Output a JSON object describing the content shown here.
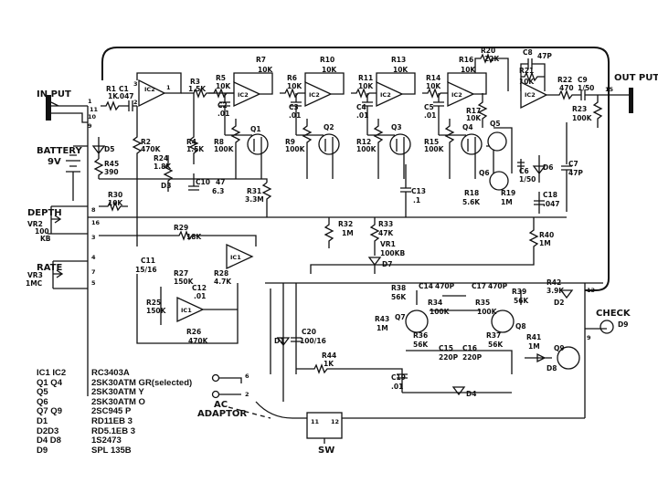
{
  "io": {
    "input": "IN PUT",
    "output": "OUT PUT",
    "battery": "BATTERY",
    "battery_v": "9V",
    "depth": "DEPTH",
    "rate": "RATE",
    "check": "CHECK",
    "ac": "AC",
    "adaptor": "ADAPTOR",
    "sw": "SW"
  },
  "pots": {
    "vr2": [
      "VR2",
      "100",
      "KB"
    ],
    "vr3": [
      "VR3",
      "1MC"
    ],
    "vr1": [
      "VR1",
      "100KB"
    ]
  },
  "components": {
    "r1": [
      "R1",
      "1K"
    ],
    "c1": [
      "C1",
      ".047"
    ],
    "r3": [
      "R3",
      "1.5K"
    ],
    "r5": [
      "R5",
      "10K"
    ],
    "r7": [
      "R7",
      "10K"
    ],
    "r6": [
      "R6",
      "10K"
    ],
    "r10": [
      "R10",
      "10K"
    ],
    "r11": [
      "R11",
      "10K"
    ],
    "r13": [
      "R13",
      "10K"
    ],
    "r14": [
      "R14",
      "10K"
    ],
    "r16": [
      "R16",
      "10K"
    ],
    "r20": [
      "R20",
      "22K"
    ],
    "c8": [
      "C8",
      "47P"
    ],
    "r21": [
      "R21",
      "10K"
    ],
    "r22": [
      "R22",
      "470"
    ],
    "c9": [
      "C9",
      "1/50"
    ],
    "r23": [
      "R23",
      "100K"
    ],
    "r2": [
      "R2",
      "470K"
    ],
    "r4": [
      "R4",
      "1.5K"
    ],
    "c2": [
      "C2",
      ".01"
    ],
    "c3": [
      "C3",
      ".01"
    ],
    "c4": [
      "C4",
      ".01"
    ],
    "c5": [
      "C5",
      ".01"
    ],
    "r17": [
      "R17",
      "10K"
    ],
    "r8": [
      "R8",
      "100K"
    ],
    "r9": [
      "R9",
      "100K"
    ],
    "r12": [
      "R12",
      "100K"
    ],
    "r15": [
      "R15",
      "100K"
    ],
    "r24": [
      "R24",
      "1.8K"
    ],
    "c10": [
      "C10",
      "47",
      "6.3"
    ],
    "r31": [
      "R31",
      "3.3M"
    ],
    "r45": [
      "R45",
      "390"
    ],
    "r30": [
      "R30",
      "10K"
    ],
    "c13": [
      "C13",
      ".1"
    ],
    "r32": [
      "R32",
      "1M"
    ],
    "r33": [
      "R33",
      "47K"
    ],
    "r18": [
      "R18",
      "5.6K"
    ],
    "r19": [
      "R19",
      "1M"
    ],
    "c6": [
      "C6",
      "1/50"
    ],
    "c7": [
      "C7",
      "47P"
    ],
    "c18": [
      "C18",
      ".047"
    ],
    "r40": [
      "R40",
      "1M"
    ],
    "r29": [
      "R29",
      "18K"
    ],
    "c11": [
      "C11",
      "15/16"
    ],
    "r27": [
      "R27",
      "150K"
    ],
    "r28": [
      "R28",
      "4.7K"
    ],
    "c12": [
      "C12",
      ".01"
    ],
    "r25": [
      "R25",
      "150K"
    ],
    "r26": [
      "R26",
      "470K"
    ],
    "c20": [
      "C20",
      "100/16"
    ],
    "r38": [
      "R38",
      "56K"
    ],
    "c14": [
      "C14",
      "470P"
    ],
    "c17": [
      "C17",
      "470P"
    ],
    "r34": [
      "R34",
      "100K"
    ],
    "r35": [
      "R35",
      "100K"
    ],
    "r39": [
      "R39",
      "56K"
    ],
    "r43": [
      "R43",
      "1M"
    ],
    "r36": [
      "R36",
      "56K"
    ],
    "c15": [
      "C15",
      "220P"
    ],
    "c16": [
      "C16",
      "220P"
    ],
    "r37": [
      "R37",
      "56K"
    ],
    "r44": [
      "R44",
      "1K"
    ],
    "c19": [
      "C19",
      ".01"
    ],
    "r42": [
      "R42",
      "3.9K"
    ],
    "r41": [
      "R41",
      "1M"
    ]
  },
  "devices": {
    "q1": "Q1",
    "q2": "Q2",
    "q3": "Q3",
    "q4": "Q4",
    "q5": "Q5",
    "q6": "Q6",
    "q7": "Q7",
    "q8": "Q8",
    "q9": "Q9",
    "d1": "D1",
    "d2": "D2",
    "d3": "D3",
    "d4": "D4",
    "d5": "D5",
    "d6": "D6",
    "d7": "D7",
    "d8": "D8",
    "d9": "D9",
    "ic1": "IC1",
    "ic2": "IC2"
  },
  "legend": [
    {
      "ref": "IC1 IC2",
      "part": "RC3403A"
    },
    {
      "ref": "Q1  Q4",
      "part": "2SK30ATM GR(selected)"
    },
    {
      "ref": "Q5",
      "part": "2SK30ATM Y"
    },
    {
      "ref": "Q6",
      "part": "2SK30ATM O"
    },
    {
      "ref": "Q7  Q9",
      "part": "2SC945 P"
    },
    {
      "ref": "D1",
      "part": "RD11EB 3"
    },
    {
      "ref": "D2D3",
      "part": "RD5.1EB 3"
    },
    {
      "ref": "D4  D8",
      "part": "1S2473"
    },
    {
      "ref": "D9",
      "part": "SPL 135B"
    }
  ]
}
